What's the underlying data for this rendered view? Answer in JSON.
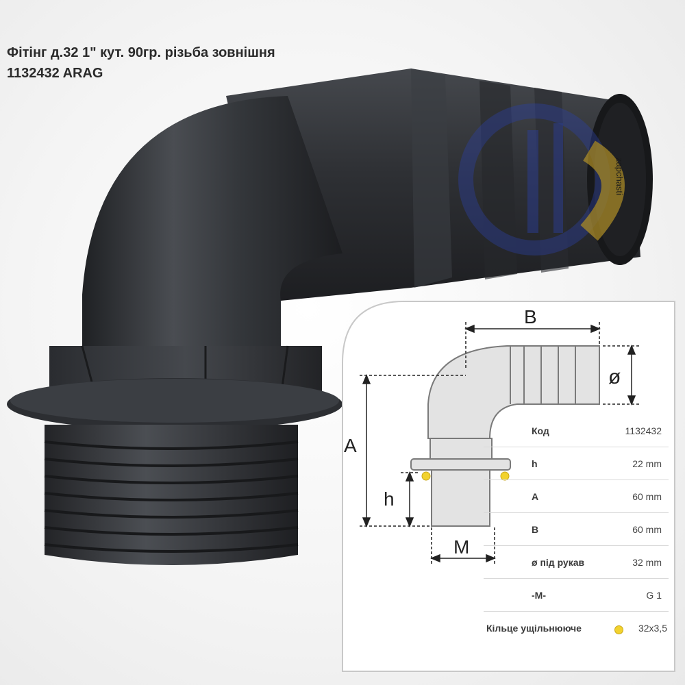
{
  "title": {
    "line1": "Фітінг д.32 1\" кут. 90гр. різьба зовнішня",
    "line2": "1132432 ARAG"
  },
  "drawing": {
    "label_B": "B",
    "label_A": "A",
    "label_h": "h",
    "label_M": "M",
    "label_diameter": "ø"
  },
  "watermark": {
    "text": "zapchasti"
  },
  "specs": [
    {
      "label": "Код",
      "value": "1132432"
    },
    {
      "label": "h",
      "value": "22 mm"
    },
    {
      "label": "A",
      "value": "60 mm"
    },
    {
      "label": "B",
      "value": "60 mm"
    },
    {
      "label": "ø під рукав",
      "value": "32 mm"
    },
    {
      "label": "-M-",
      "value": "G 1"
    },
    {
      "label": "Кільце ущільнююче",
      "value": "32x3,5"
    }
  ],
  "colors": {
    "fitting_body": "#2f3135",
    "watermark_blue": "#2b3fa0",
    "watermark_gold": "#c9a227",
    "seal_dot": "#f2d22e"
  }
}
